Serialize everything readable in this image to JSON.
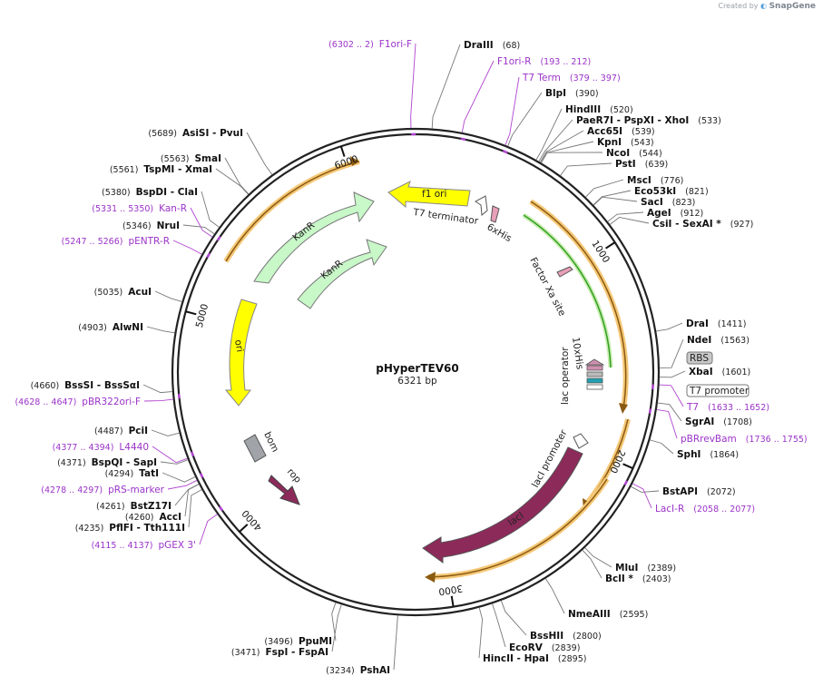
{
  "credit": {
    "created_by": "Created by",
    "brand": "SnapGene"
  },
  "plasmid": {
    "name": "pHyperTEV60",
    "size_label": "6321 bp",
    "length": 6321
  },
  "colors": {
    "backbone": "#222222",
    "primer": "#b044d0",
    "ori": "#ffff00",
    "kanr": "#c8f7c8",
    "lacI": "#8c2a5a",
    "rop": "#8c2a5a",
    "bom": "#a0a4a8",
    "orf_orange": "#f0a030",
    "orf_green": "#30a020"
  },
  "ticks": [
    {
      "pos": 1000,
      "label": "1000"
    },
    {
      "pos": 2000,
      "label": "2000"
    },
    {
      "pos": 3000,
      "label": "3000"
    },
    {
      "pos": 4000,
      "label": "4000"
    },
    {
      "pos": 5000,
      "label": "5000"
    },
    {
      "pos": 6000,
      "label": "6000"
    }
  ],
  "sites": [
    {
      "pos": 68,
      "pre": "",
      "name": "DraIII",
      "post": "(68)"
    },
    {
      "pos": 390,
      "pre": "",
      "name": "BlpI",
      "post": "(390)"
    },
    {
      "pos": 520,
      "pre": "",
      "name": "HindIII",
      "post": "(520)"
    },
    {
      "pos": 533,
      "pre": "",
      "name": "PaeR7I - PspXI - XhoI",
      "post": "(533)"
    },
    {
      "pos": 539,
      "pre": "",
      "name": "Acc65I",
      "post": "(539)"
    },
    {
      "pos": 543,
      "pre": "",
      "name": "KpnI",
      "post": "(543)"
    },
    {
      "pos": 544,
      "pre": "",
      "name": "NcoI",
      "post": "(544)"
    },
    {
      "pos": 639,
      "pre": "",
      "name": "PstI",
      "post": "(639)"
    },
    {
      "pos": 776,
      "pre": "",
      "name": "MscI",
      "post": "(776)"
    },
    {
      "pos": 821,
      "pre": "",
      "name": "Eco53kI",
      "post": "(821)"
    },
    {
      "pos": 823,
      "pre": "",
      "name": "SacI",
      "post": "(823)"
    },
    {
      "pos": 912,
      "pre": "",
      "name": "AgeI",
      "post": "(912)"
    },
    {
      "pos": 927,
      "pre": "",
      "name": "CsiI - SexAI *",
      "post": "(927)"
    },
    {
      "pos": 1411,
      "pre": "",
      "name": "DraI",
      "post": "(1411)"
    },
    {
      "pos": 1563,
      "pre": "",
      "name": "NdeI",
      "post": "(1563)"
    },
    {
      "pos": 1601,
      "pre": "",
      "name": "XbaI",
      "post": "(1601)"
    },
    {
      "pos": 1708,
      "pre": "",
      "name": "SgrAI",
      "post": "(1708)"
    },
    {
      "pos": 1864,
      "pre": "",
      "name": "SphI",
      "post": "(1864)"
    },
    {
      "pos": 2072,
      "pre": "",
      "name": "BstAPI",
      "post": "(2072)"
    },
    {
      "pos": 2389,
      "pre": "",
      "name": "MluI",
      "post": "(2389)"
    },
    {
      "pos": 2403,
      "pre": "",
      "name": "BclI *",
      "post": "(2403)"
    },
    {
      "pos": 2595,
      "pre": "",
      "name": "NmeAIII",
      "post": "(2595)"
    },
    {
      "pos": 2800,
      "pre": "",
      "name": "BssHII",
      "post": "(2800)"
    },
    {
      "pos": 2839,
      "pre": "",
      "name": "EcoRV",
      "post": "(2839)"
    },
    {
      "pos": 2895,
      "pre": "",
      "name": "HincII - HpaI",
      "post": "(2895)"
    },
    {
      "pos": 3234,
      "pre": "(3234)",
      "name": "PshAI",
      "post": ""
    },
    {
      "pos": 3471,
      "pre": "(3471)",
      "name": "FspI - FspAI",
      "post": ""
    },
    {
      "pos": 3496,
      "pre": "(3496)",
      "name": "PpuMI",
      "post": ""
    },
    {
      "pos": 4115,
      "pre": "(4115 .. 4137)",
      "name": "pGEX 3'",
      "post": "",
      "primer": true
    },
    {
      "pos": 4235,
      "pre": "(4235)",
      "name": "PflFI - Tth111I",
      "post": ""
    },
    {
      "pos": 4260,
      "pre": "(4260)",
      "name": "AccI",
      "post": ""
    },
    {
      "pos": 4261,
      "pre": "(4261)",
      "name": "BstZ17I",
      "post": ""
    },
    {
      "pos": 4278,
      "pre": "(4278 .. 4297)",
      "name": "pRS-marker",
      "post": "",
      "primer": true
    },
    {
      "pos": 4294,
      "pre": "(4294)",
      "name": "TatI",
      "post": ""
    },
    {
      "pos": 4371,
      "pre": "(4371)",
      "name": "BspQI - SapI",
      "post": ""
    },
    {
      "pos": 4377,
      "pre": "(4377 .. 4394)",
      "name": "L4440",
      "post": "",
      "primer": true
    },
    {
      "pos": 4487,
      "pre": "(4487)",
      "name": "PciI",
      "post": ""
    },
    {
      "pos": 4628,
      "pre": "(4628 .. 4647)",
      "name": "pBR322ori-F",
      "post": "",
      "primer": true
    },
    {
      "pos": 4660,
      "pre": "(4660)",
      "name": "BssSI - BssSαI",
      "post": ""
    },
    {
      "pos": 4903,
      "pre": "(4903)",
      "name": "AlwNI",
      "post": ""
    },
    {
      "pos": 5035,
      "pre": "(5035)",
      "name": "AcuI",
      "post": ""
    },
    {
      "pos": 5247,
      "pre": "(5247 .. 5266)",
      "name": "pENTR-R",
      "post": "",
      "primer": true
    },
    {
      "pos": 5331,
      "pre": "(5331 .. 5350)",
      "name": "Kan-R",
      "post": "",
      "primer": true
    },
    {
      "pos": 5346,
      "pre": "(5346)",
      "name": "NruI",
      "post": ""
    },
    {
      "pos": 5380,
      "pre": "(5380)",
      "name": "BspDI - ClaI",
      "post": ""
    },
    {
      "pos": 5561,
      "pre": "(5561)",
      "name": "TspMI - XmaI",
      "post": ""
    },
    {
      "pos": 5563,
      "pre": "(5563)",
      "name": "SmaI",
      "post": ""
    },
    {
      "pos": 5689,
      "pre": "(5689)",
      "name": "AsiSI - PvuI",
      "post": ""
    },
    {
      "pos": 6302,
      "pre": "(6302 .. 2)",
      "name": "F1ori-F",
      "post": "",
      "primer": true
    },
    {
      "pos": 193,
      "pre": "",
      "name": "F1ori-R",
      "post": "(193 .. 212)",
      "primer": true
    },
    {
      "pos": 379,
      "pre": "",
      "name": "T7 Term",
      "post": "(379 .. 397)",
      "primer": true
    },
    {
      "pos": 1633,
      "pre": "",
      "name": "T7",
      "post": "(1633 .. 1652)",
      "primer": true
    },
    {
      "pos": 1736,
      "pre": "",
      "name": "pBRrevBam",
      "post": "(1736 .. 1755)",
      "primer": true
    },
    {
      "pos": 2058,
      "pre": "",
      "name": "LacI-R",
      "post": "(2058 .. 2077)",
      "primer": true
    }
  ],
  "features": [
    {
      "name": "f1 ori",
      "type": "ori"
    },
    {
      "name": "T7 terminator",
      "type": "terminator"
    },
    {
      "name": "6xHis",
      "type": "tag"
    },
    {
      "name": "KanR",
      "type": "marker"
    },
    {
      "name": "KanR",
      "type": "marker"
    },
    {
      "name": "Factor Xa site",
      "type": "site"
    },
    {
      "name": "ori",
      "type": "ori"
    },
    {
      "name": "10xHis",
      "type": "tag"
    },
    {
      "name": "RBS",
      "type": "boxed"
    },
    {
      "name": "lac operator",
      "type": "operator"
    },
    {
      "name": "T7 promoter",
      "type": "boxed"
    },
    {
      "name": "bom",
      "type": "misc"
    },
    {
      "name": "rop",
      "type": "cds"
    },
    {
      "name": "lacI promoter",
      "type": "promoter"
    },
    {
      "name": "lacI",
      "type": "cds"
    }
  ]
}
